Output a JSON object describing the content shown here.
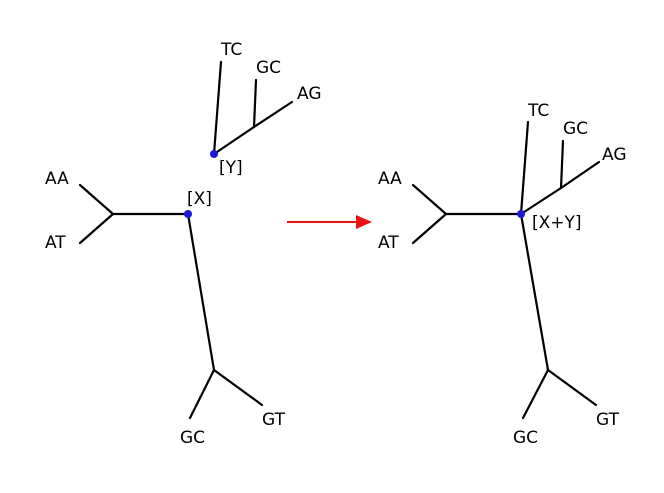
{
  "left_tree": {
    "node_x_label": "[X]",
    "node_y_label": "[Y]",
    "leaves": {
      "aa": "AA",
      "at": "AT",
      "tc": "TC",
      "gc_top": "GC",
      "ag": "AG",
      "gc_bottom": "GC",
      "gt": "GT"
    }
  },
  "right_tree": {
    "merged_node_label": "[X+Y]",
    "leaves": {
      "aa": "AA",
      "at": "AT",
      "tc": "TC",
      "gc_top": "GC",
      "ag": "AG",
      "gc_bottom": "GC",
      "gt": "GT"
    }
  },
  "colors": {
    "edge": "#000000",
    "node": "#1a1ad6",
    "arrow": "#ee1111"
  }
}
